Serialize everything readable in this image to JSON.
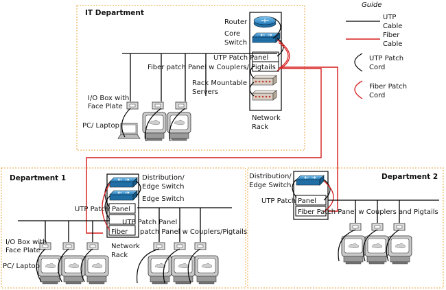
{
  "departments": {
    "it": {
      "title": "IT Department"
    },
    "dept1": {
      "title": "Department 1"
    },
    "dept2": {
      "title": "Department 2"
    }
  },
  "labels": {
    "router": "Router",
    "core_switch_1": "Core",
    "core_switch_2": "Switch",
    "utp_patch_panel_it": "UTP Patch Panel",
    "fiber_patch_panel_it": "Fiber patch Panel w Couplers/ Pigtails",
    "rack_servers_1": "Rack Mountable",
    "rack_servers_2": "Servers",
    "io_box_1": "I/O Box with",
    "io_box_2": "Face Plate",
    "pc_laptop": "PC/ Laptop",
    "network_rack_1": "Network",
    "network_rack_2": "Rack",
    "dist_switch_1": "Distribution/",
    "dist_switch_2": "Edge Switch",
    "edge_switch": "Edge Switch",
    "utp_patch_prefix": "UTP Patch",
    "panel": "Panel",
    "utp_patch_panel": "UTP Patch Panel",
    "fiber": "Fiber",
    "patch_panel_couplers": "patch Panel w Couplers/Pigtails",
    "fiber_patch_d2": "Fiber Patch Panel w Couplers and Pigtails"
  },
  "guide": {
    "title": "Guide",
    "utp_1": "UTP",
    "utp_2": "Cable",
    "fiber_1": "Fiber",
    "fiber_2": "Cable",
    "utp_cord_1": "UTP Patch",
    "utp_cord_2": "Cord",
    "fiber_cord_1": "Fiber Patch",
    "fiber_cord_2": "Cord"
  },
  "colors": {
    "border": "#e8a53c",
    "fiber": "#d61a1a",
    "utp": "#000000",
    "switch": "#3a9ad9",
    "server": "#c0392b"
  },
  "icons": [
    "router-icon",
    "switch-icon",
    "server-icon",
    "pc-icon",
    "laptop-icon",
    "io-box-icon"
  ]
}
